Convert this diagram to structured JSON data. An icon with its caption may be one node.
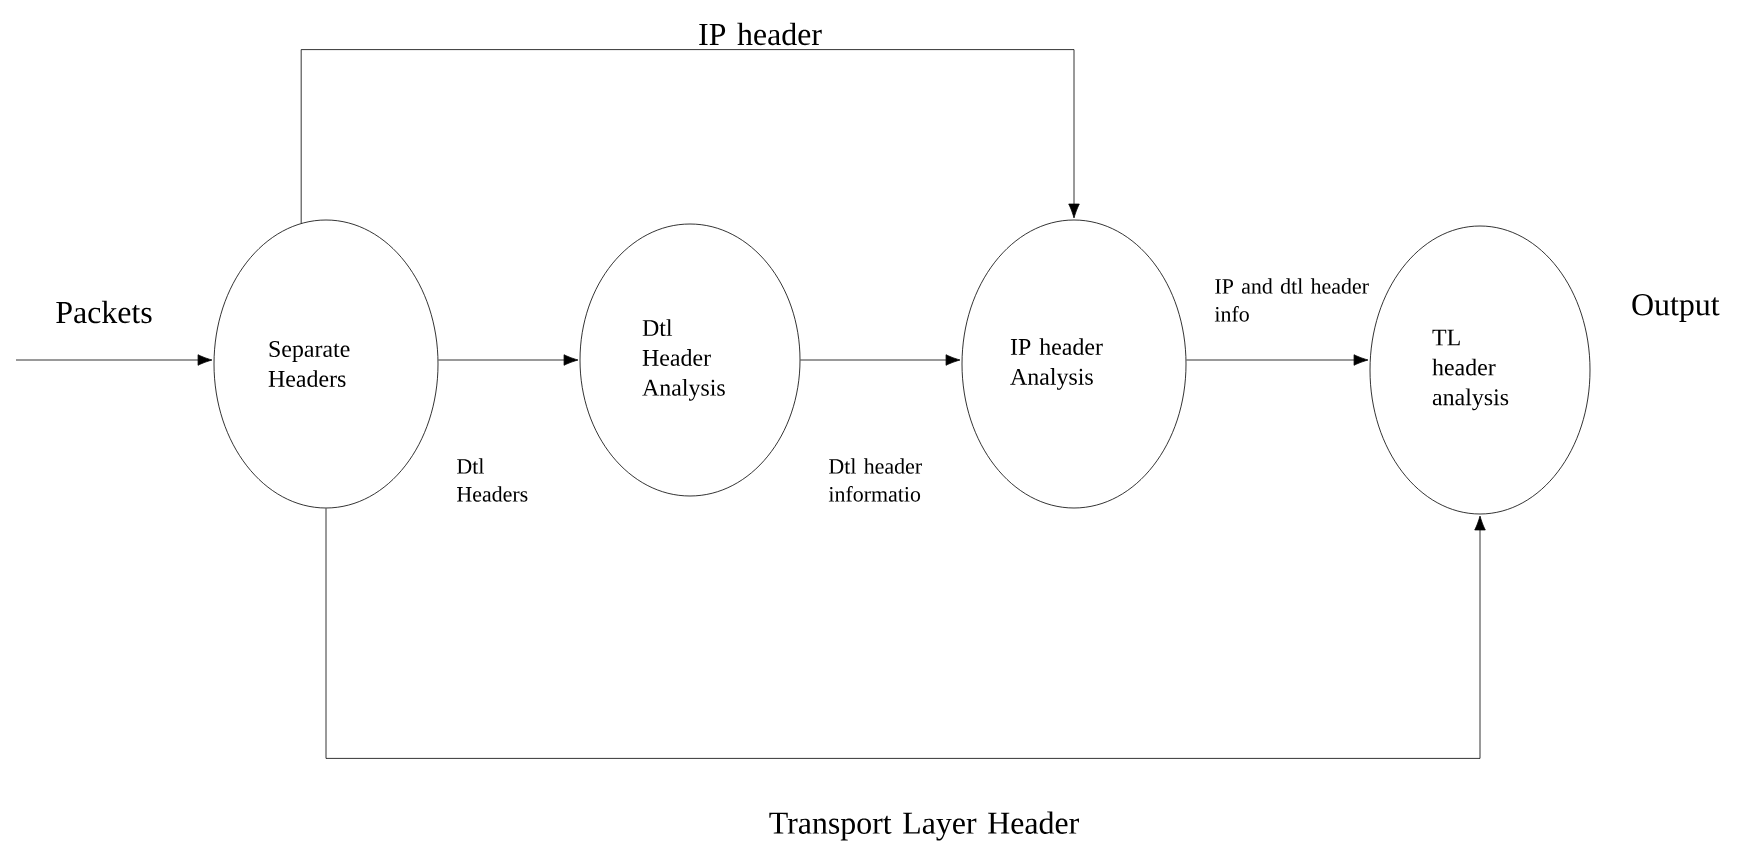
{
  "diagram": {
    "nodes": [
      {
        "text": [
          "Separate Headers"
        ]
      },
      {
        "text": [
          "Dtl Header Analysis"
        ]
      },
      {
        "text": [
          "IP header Analysis"
        ]
      },
      {
        "text": [
          "TL header analysis"
        ]
      }
    ],
    "edges": [
      {
        "from": null,
        "to": 0,
        "arrow": "to",
        "label": "Packets"
      },
      {
        "from": 0,
        "to": 1,
        "arrow": "to",
        "label": "Dtl Headers"
      },
      {
        "from": 1,
        "to": 2,
        "arrow": "to",
        "label": "Dtl header informatio"
      },
      {
        "from": 2,
        "to": 3,
        "arrow": "to",
        "label": "IP and dtl header info"
      },
      {
        "from": 0,
        "to": 2,
        "arrow": "to",
        "label": "IP header"
      },
      {
        "from": 0,
        "to": 3,
        "arrow": "to",
        "label": "Transport Layer Header"
      }
    ],
    "labels": [
      "Output"
    ]
  }
}
